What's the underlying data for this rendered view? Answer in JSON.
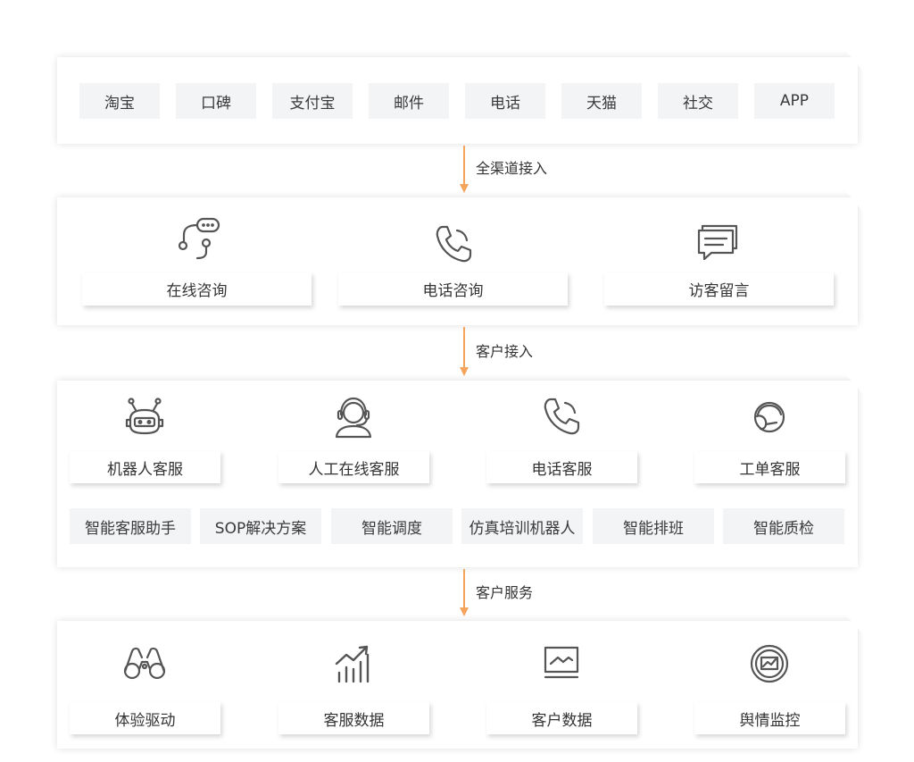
{
  "channels": [
    "淘宝",
    "口碑",
    "支付宝",
    "邮件",
    "电话",
    "天猫",
    "社交",
    "APP"
  ],
  "connectors": {
    "first": "全渠道接入",
    "second": "客户接入",
    "third": "客户服务"
  },
  "consult": [
    {
      "label": "在线咨询",
      "icon": "chat-route-icon"
    },
    {
      "label": "电话咨询",
      "icon": "phone-icon"
    },
    {
      "label": "访客留言",
      "icon": "message-icon"
    }
  ],
  "service": [
    {
      "label": "机器人客服",
      "icon": "robot-icon"
    },
    {
      "label": "人工在线客服",
      "icon": "headset-agent-icon"
    },
    {
      "label": "电话客服",
      "icon": "phone-icon"
    },
    {
      "label": "工单客服",
      "icon": "ticket-headset-icon"
    }
  ],
  "features": [
    "智能客服助手",
    "SOP解决方案",
    "智能调度",
    "仿真培训机器人",
    "智能排班",
    "智能质检"
  ],
  "data_items": [
    {
      "label": "体验驱动",
      "icon": "binoculars-icon"
    },
    {
      "label": "客服数据",
      "icon": "growth-chart-icon"
    },
    {
      "label": "客户数据",
      "icon": "monitor-icon"
    },
    {
      "label": "舆情监控",
      "icon": "trend-monitor-icon"
    }
  ],
  "colors": {
    "accent": "#f5a55b",
    "chip_bg": "#f3f4f6",
    "icon": "#555555"
  }
}
